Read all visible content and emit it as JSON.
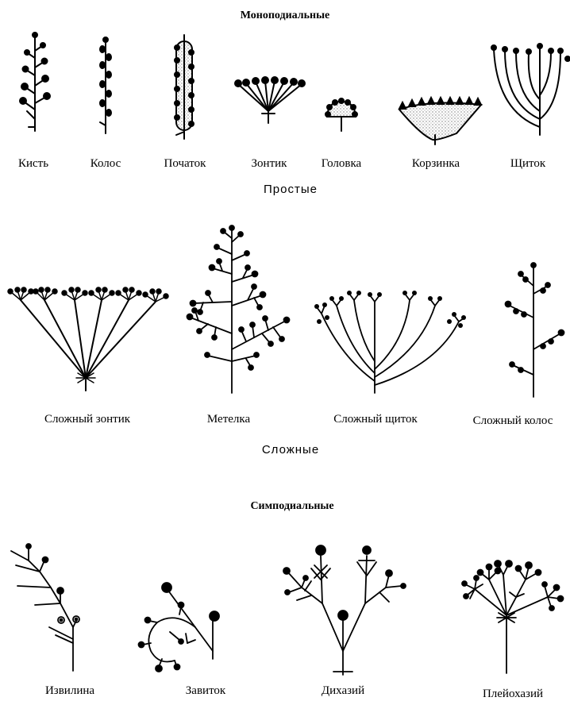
{
  "headings": {
    "monopodial": "Моноподиальные",
    "simple": "Простые",
    "complex": "Сложные",
    "sympodial": "Симподиальные"
  },
  "labels": {
    "raceme": "Кисть",
    "spike": "Колос",
    "spadix": "Початок",
    "umbel": "Зонтик",
    "capitulum": "Головка",
    "basket": "Корзинка",
    "corymb": "Щиток",
    "compound_umbel": "Сложный зонтик",
    "panicle": "Метелка",
    "compound_corymb": "Сложный щиток",
    "compound_spike": "Сложный колос",
    "bostryx": "Извилина",
    "cincinnus": "Завиток",
    "dichasium": "Дихазий",
    "pleiochasium": "Плейохазий"
  },
  "colors": {
    "ink": "#000000",
    "background": "#ffffff",
    "stipple": "#777777"
  }
}
